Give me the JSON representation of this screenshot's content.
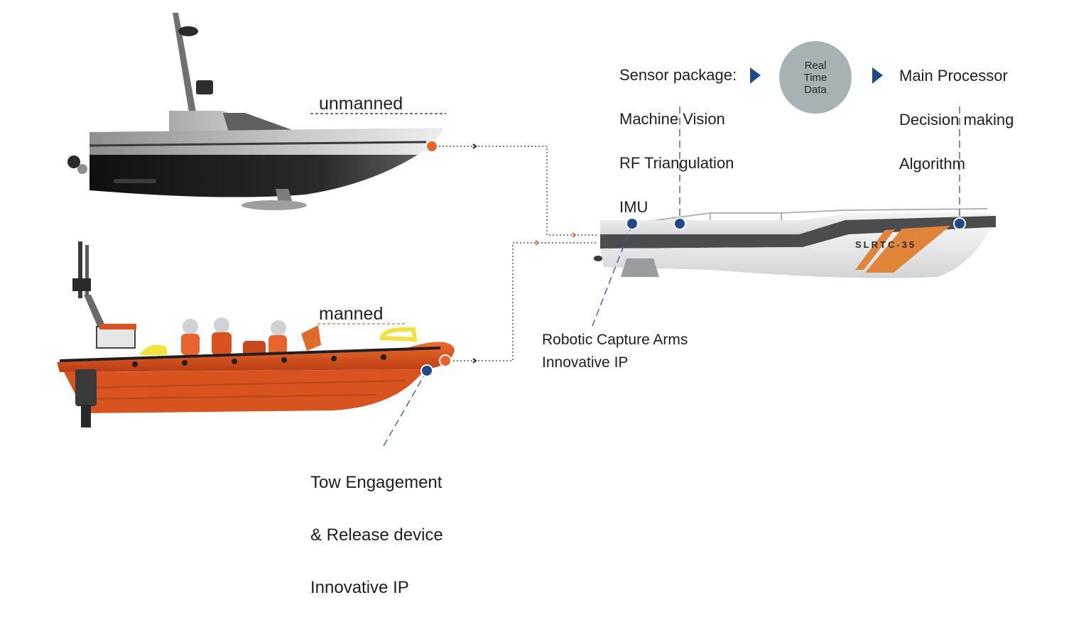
{
  "labels": {
    "unmanned": "unmanned",
    "manned": "manned",
    "sensor": [
      "Sensor package:",
      "Machine Vision",
      "RF Triangulation",
      "IMU"
    ],
    "realtime": [
      "Real",
      "Time",
      "Data"
    ],
    "processor": [
      "Main Processor",
      "Decision making",
      "Algorithm"
    ],
    "robotic": [
      "Robotic Capture Arms",
      "Innovative IP"
    ],
    "tow": [
      "Tow Engagement",
      "& Release device",
      "Innovative IP"
    ],
    "hull_mark": "SLRTC-35"
  },
  "colors": {
    "orange_dot": "#e8642c",
    "blue_dot": "#1f4a86",
    "arrow": "#1f4a86",
    "bubble": "#a7b2b4",
    "manned_hull": "#d9531f",
    "stripe": "#e0843a"
  },
  "icons": [
    "chevron-right-icon",
    "connection-dot-icon"
  ]
}
